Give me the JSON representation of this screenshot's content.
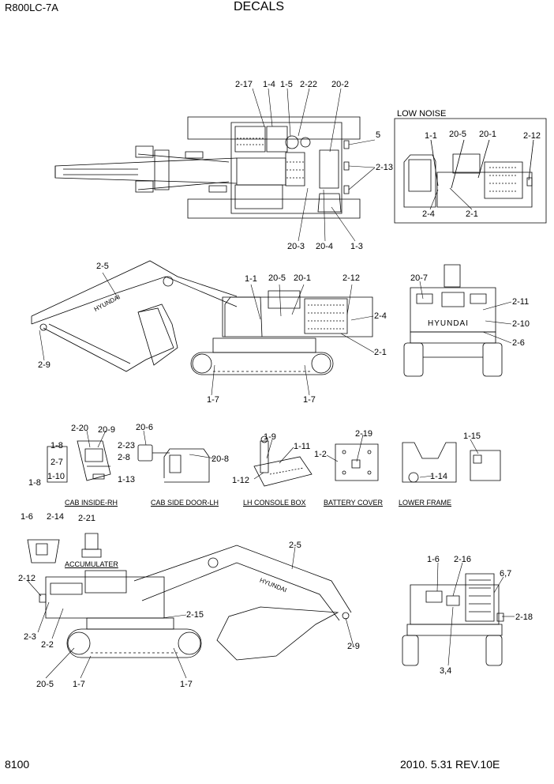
{
  "header": {
    "model": "R800LC-7A",
    "title": "DECALS"
  },
  "footer": {
    "page": "8100",
    "revision": "2010. 5.31  REV.10E"
  },
  "views": {
    "low_noise": "LOW NOISE",
    "cab_inside_rh": "CAB INSIDE-RH",
    "cab_side_door_lh": "CAB SIDE DOOR-LH",
    "lh_console_box": "LH CONSOLE BOX",
    "battery_cover": "BATTERY COVER",
    "lower_frame": "LOWER FRAME",
    "accumulater": "ACCUMULATER"
  },
  "brand_marks": [
    "HYUNDAI",
    "HYUNDAI",
    "HYUNDAI"
  ],
  "callouts": [
    "2-17",
    "1-4",
    "1-5",
    "2-22",
    "20-2",
    "5",
    "2-13",
    "20-3",
    "20-4",
    "1-3",
    "1-1",
    "20-5",
    "20-1",
    "2-12",
    "2-4",
    "2-1",
    "2-5",
    "1-1",
    "20-5",
    "20-1",
    "2-12",
    "2-4",
    "2-1",
    "2-9",
    "1-7",
    "1-7",
    "20-7",
    "2-11",
    "2-10",
    "2-6",
    "2-20",
    "20-9",
    "1-8",
    "2-23",
    "2-7",
    "2-8",
    "1-10",
    "1-13",
    "1-8",
    "20-6",
    "20-8",
    "1-9",
    "1-11",
    "1-12",
    "2-19",
    "1-2",
    "1-15",
    "1-14",
    "1-6",
    "2-14",
    "2-21",
    "2-12",
    "2-3",
    "2-2",
    "20-5",
    "1-7",
    "2-15",
    "1-7",
    "2-5",
    "2-9",
    "1-6",
    "2-16",
    "6,7",
    "2-18",
    "3,4"
  ]
}
